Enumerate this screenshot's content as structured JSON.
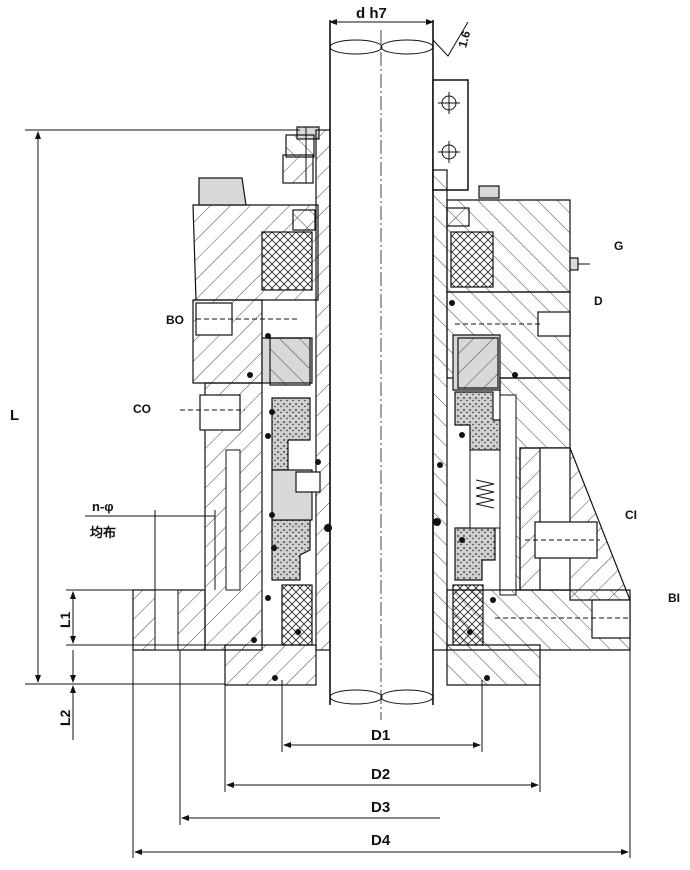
{
  "drawing": {
    "shaft_label": "d h7",
    "roughness": "1.6",
    "port_bo": "BO",
    "port_co": "CO",
    "port_ci": "CI",
    "port_bi": "BI",
    "port_g": "G",
    "port_d": "D",
    "hole_spec": "n-φ",
    "hole_note": "均布",
    "dim_l": "L",
    "dim_l1": "L1",
    "dim_l2": "L2",
    "dim_d1": "D1",
    "dim_d2": "D2",
    "dim_d3": "D3",
    "dim_d4": "D4"
  }
}
